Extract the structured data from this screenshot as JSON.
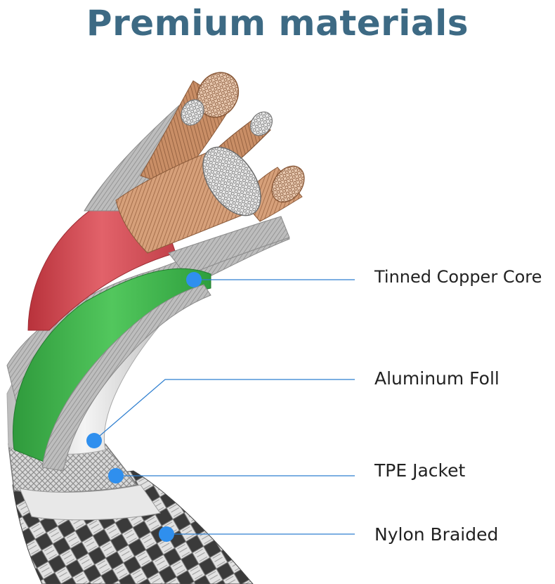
{
  "title": "Premium materials",
  "labels": {
    "core": "Tinned Copper Core",
    "foil": "Aluminum Foll",
    "jacket": "TPE Jacket",
    "braid": "Nylon Braided"
  },
  "colors": {
    "title": "#3d6a84",
    "marker": "#2f8fee",
    "leader_line": "#2f7fd0",
    "red_wire": "#d24a52",
    "green_wire": "#3bb14a",
    "copper": "#c88f63",
    "silver": "#b7b7b7"
  },
  "icons": [
    "cable-cross-section-illustration",
    "marker-dot"
  ]
}
